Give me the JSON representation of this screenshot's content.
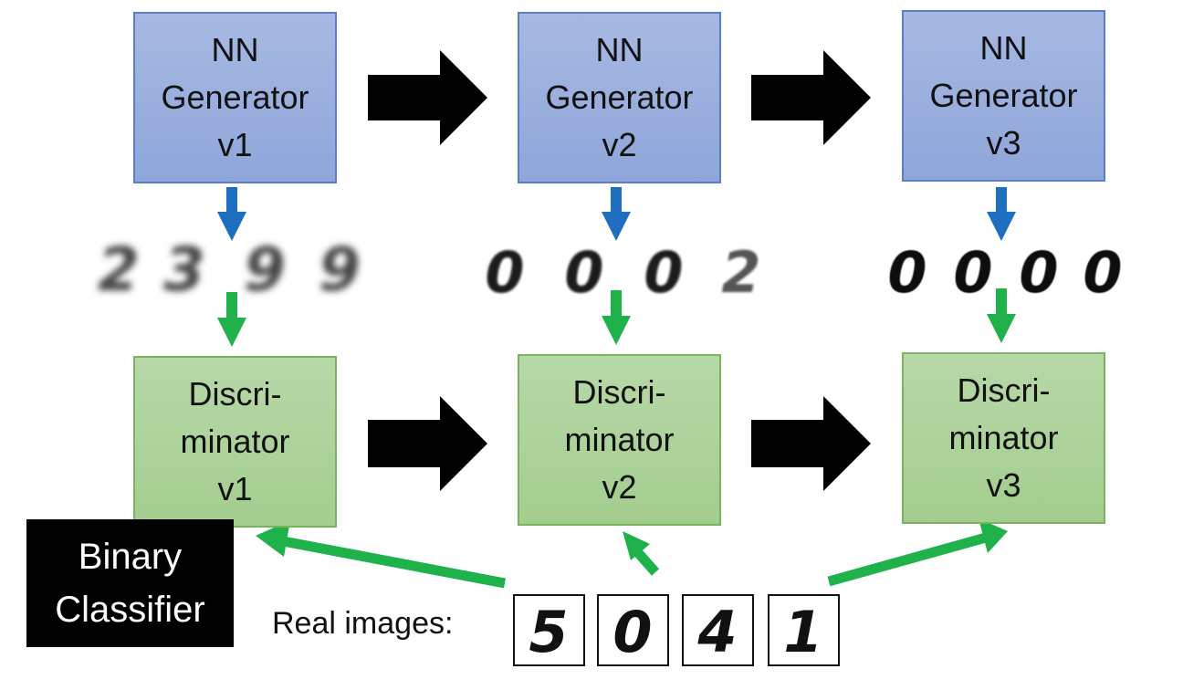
{
  "generators": [
    {
      "line1": "NN",
      "line2": "Generator",
      "line3": "v1"
    },
    {
      "line1": "NN",
      "line2": "Generator",
      "line3": "v2"
    },
    {
      "line1": "NN",
      "line2": "Generator",
      "line3": "v3"
    }
  ],
  "discriminators": [
    {
      "line1": "Discri-",
      "line2": "minator",
      "line3": "v1"
    },
    {
      "line1": "Discri-",
      "line2": "minator",
      "line3": "v2"
    },
    {
      "line1": "Discri-",
      "line2": "minator",
      "line3": "v3"
    }
  ],
  "generated_digits": [
    {
      "digits": [
        "2",
        "3",
        "9",
        "9"
      ],
      "quality": "blurry"
    },
    {
      "digits": [
        "0",
        "0",
        "0",
        "2"
      ],
      "quality": "medium"
    },
    {
      "digits": [
        "0",
        "0",
        "0",
        "0"
      ],
      "quality": "sharp"
    }
  ],
  "binary_classifier": {
    "line1": "Binary",
    "line2": "Classifier"
  },
  "real_images": {
    "label": "Real images:",
    "digits": [
      "5",
      "0",
      "4",
      "1"
    ]
  },
  "colors": {
    "generator_fill": "#98aedd",
    "generator_border": "#5b7fc7",
    "discriminator_fill": "#a9d196",
    "discriminator_border": "#79b55a",
    "blue_arrow": "#1f6fc0",
    "green_arrow": "#1fb24a",
    "black_arrow": "#000000"
  }
}
